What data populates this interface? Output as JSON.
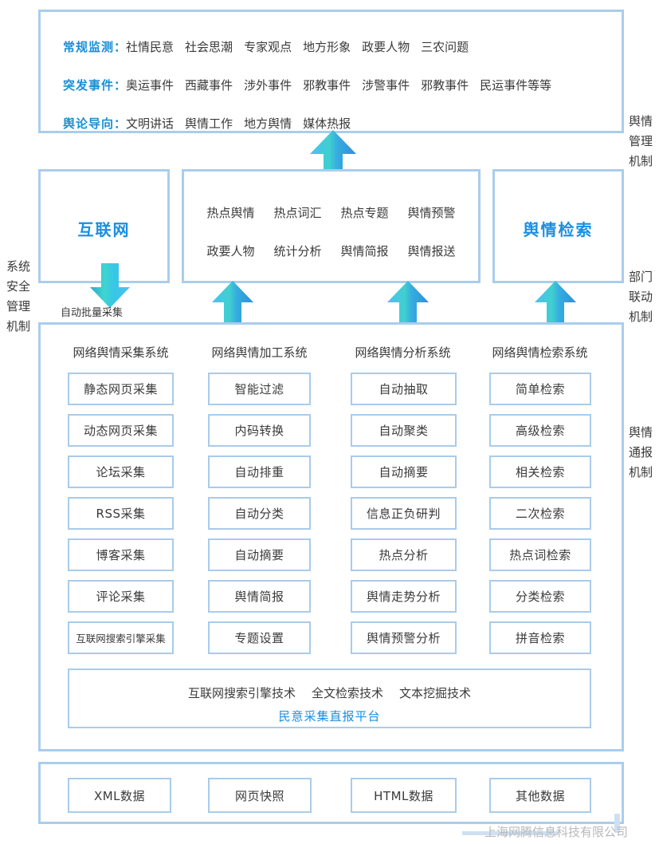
{
  "side_labels": {
    "left": "系统安全管理机制",
    "right": [
      "舆情管理机制",
      "部门联动机制",
      "舆情通报机制"
    ]
  },
  "top_panel": {
    "rows": [
      {
        "key": "常规监测",
        "separator": "：",
        "items": [
          "社情民意",
          "社会思潮",
          "专家观点",
          "地方形象",
          "政要人物",
          "三农问题"
        ]
      },
      {
        "key": "突发事件",
        "separator": "：",
        "items": [
          "奥运事件",
          "西藏事件",
          "涉外事件",
          "邪教事件",
          "涉警事件",
          "邪教事件",
          "民运事件等等"
        ]
      },
      {
        "key": "舆论导向",
        "separator": "：",
        "items": [
          "文明讲话",
          "舆情工作",
          "地方舆情",
          "媒体热报"
        ]
      }
    ]
  },
  "middle": {
    "internet_box": "互联网",
    "retrieval_box": "舆情检索",
    "capture_caption": "自动批量采集",
    "function_rows": [
      [
        "热点舆情",
        "热点词汇",
        "热点专题",
        "舆情预警"
      ],
      [
        "政要人物",
        "统计分析",
        "舆情简报",
        "舆情报送"
      ]
    ]
  },
  "systems": [
    {
      "title": "网络舆情采集系统",
      "items": [
        "静态网页采集",
        "动态网页采集",
        "论坛采集",
        "RSS采集",
        "博客采集",
        "评论采集",
        "互联网搜索引擎采集"
      ]
    },
    {
      "title": "网络舆情加工系统",
      "items": [
        "智能过滤",
        "内码转换",
        "自动排重",
        "自动分类",
        "自动摘要",
        "舆情简报",
        "专题设置"
      ]
    },
    {
      "title": "网络舆情分析系统",
      "items": [
        "自动抽取",
        "自动聚类",
        "自动摘要",
        "信息正负研判",
        "热点分析",
        "舆情走势分析",
        "舆情预警分析"
      ]
    },
    {
      "title": "网络舆情检索系统",
      "items": [
        "简单检索",
        "高级检索",
        "相关检索",
        "二次检索",
        "热点词检索",
        "分类检索",
        "拼音检索"
      ]
    }
  ],
  "platform": {
    "technologies": [
      "互联网搜索引擎技术",
      "全文检索技术",
      "文本挖掘技术"
    ],
    "name": "民意采集直报平台"
  },
  "data_layer": {
    "items": [
      "XML数据",
      "网页快照",
      "HTML数据",
      "其他数据"
    ]
  },
  "watermark": "上海网腾信息科技有限公司",
  "colors": {
    "accent_blue": "#1a8fe2",
    "key_blue": "#1a8fd4",
    "border_blue": "#a9cbea",
    "panel_border": "#aacdec",
    "arrow_teal": "#3fd0d0",
    "arrow_blue": "#2f8fd8",
    "arrow_light": "#4dbff0",
    "text": "#3a3a3a",
    "watermark": "#b9b9b9"
  }
}
